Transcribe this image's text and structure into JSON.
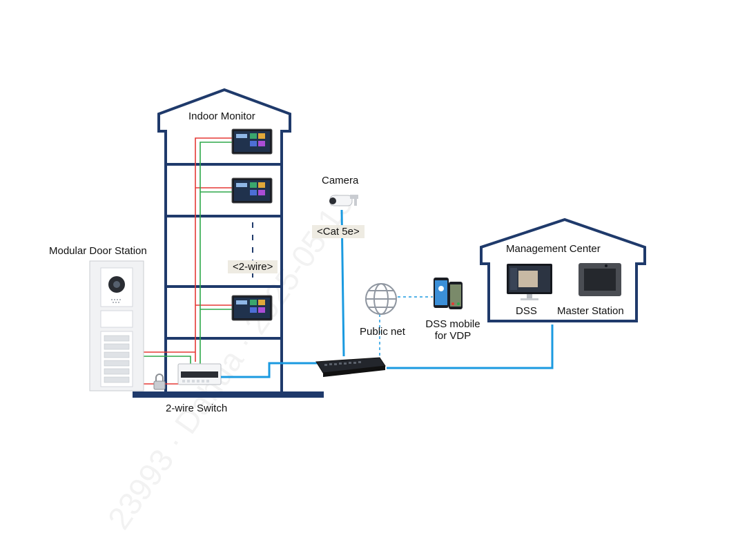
{
  "labels": {
    "indoor_monitor": "Indoor Monitor",
    "camera": "Camera",
    "cat5e": "<Cat 5e>",
    "two_wire": "<2-wire>",
    "modular_door_station": "Modular Door Station",
    "two_wire_switch": "2-wire Switch",
    "public_net": "Public net",
    "dss_mobile": "DSS mobile",
    "for_vdp": "for VDP",
    "management_center": "Management Center",
    "dss": "DSS",
    "master_station": "Master Station"
  },
  "watermark": "23993 · Dahua · 2025-05-13",
  "colors": {
    "building": "#1f3a6b",
    "link_blue": "#1a9ae0",
    "wire_red": "#e53935",
    "wire_green": "#2ea84a",
    "tag_bg": "#eeebe2"
  }
}
